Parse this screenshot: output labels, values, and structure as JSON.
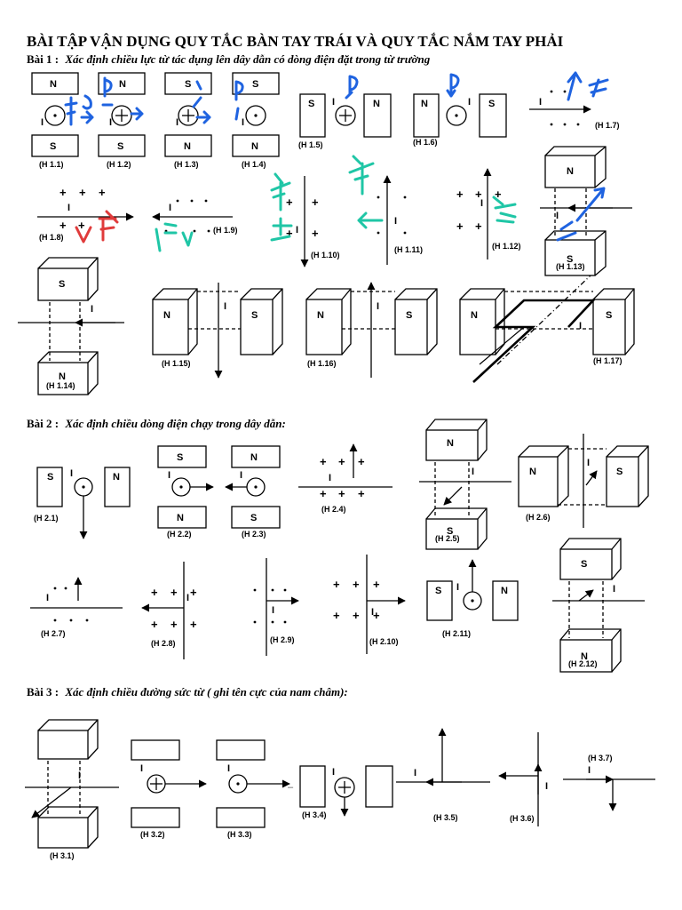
{
  "title": "BÀI TẬP VẬN DỤNG QUY TẮC BÀN TAY TRÁI VÀ QUY TẮC NẮM TAY PHẢI",
  "sections": [
    {
      "label": "Bài 1 :",
      "prompt": "Xác định chiều lực từ tác dụng lên dây dẫn có dòng điện đặt trong từ trường"
    },
    {
      "label": "Bài 2 :",
      "prompt": "Xác định chiều dòng điện chạy trong dây dẫn:"
    },
    {
      "label": "Bài 3 :",
      "prompt": "Xác định chiều đường sức từ ( ghi tên cực của nam châm):"
    }
  ],
  "symbols": {
    "current": "I",
    "force": "F",
    "north": "N",
    "south": "S",
    "plus": "+",
    "dot": "·"
  },
  "figures": {
    "b1": [
      "(H 1.1)",
      "(H 1.2)",
      "(H 1.3)",
      "(H 1.4)",
      "(H 1.5)",
      "(H 1.6)",
      "(H 1.7)",
      "(H 1.8)",
      "(H 1.9)",
      "(H 1.10)",
      "(H 1.11)",
      "(H 1.12)",
      "(H 1.13)",
      "(H 1.14)",
      "(H 1.15)",
      "(H 1.16)",
      "(H 1.17)"
    ],
    "b2": [
      "(H 2.1)",
      "(H 2.2)",
      "(H 2.3)",
      "(H 2.4)",
      "(H 2.5)",
      "(H 2.6)",
      "(H 2.7)",
      "(H 2.8)",
      "(H 2.9)",
      "(H 2.10)",
      "(H 2.11)",
      "(H 2.12)"
    ],
    "b3": [
      "(H 3.1)",
      "(H 3.2)",
      "(H 3.3)",
      "(H 3.4)",
      "(H 3.5)",
      "(H 3.6)",
      "(H 3.7)"
    ]
  },
  "colors": {
    "ink": "#000000",
    "annotation_blue": "#1f63e0",
    "annotation_teal": "#1fc6a6",
    "annotation_red": "#e03b3b"
  }
}
